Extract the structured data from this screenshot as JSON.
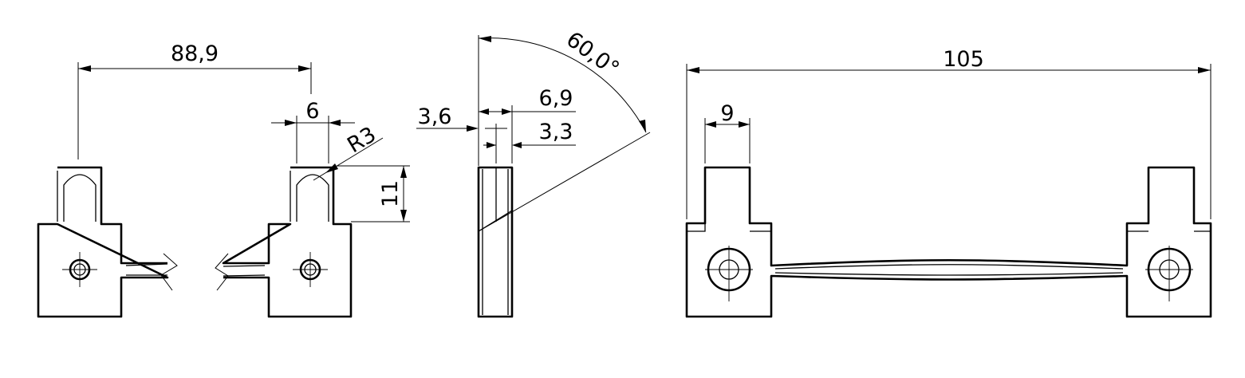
{
  "dimensions": {
    "d_88_9": "88,9",
    "d_6": "6",
    "d_r3": "R3",
    "d_11": "11",
    "d_3_6": "3,6",
    "d_6_9": "6,9",
    "d_3_3": "3,3",
    "d_60": "60,0°",
    "d_105": "105",
    "d_9": "9"
  }
}
